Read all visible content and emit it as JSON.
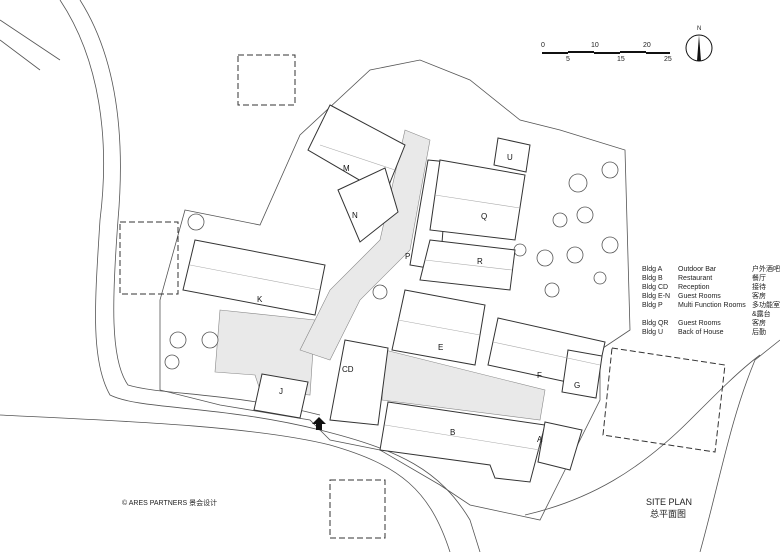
{
  "buildings": {
    "A": "A",
    "B": "B",
    "CD": "CD",
    "E": "E",
    "F": "F",
    "G": "G",
    "J": "J",
    "K": "K",
    "M": "M",
    "N": "N",
    "P": "P",
    "Q": "Q",
    "R": "R",
    "U": "U"
  },
  "legend": [
    {
      "bldg": "Bldg A",
      "use": "Outdoor Bar",
      "cn": "户外酒吧"
    },
    {
      "bldg": "Bldg B",
      "use": "Restaurant",
      "cn": "餐厅"
    },
    {
      "bldg": "Bldg CD",
      "use": "Reception",
      "cn": "接待"
    },
    {
      "bldg": "Bldg E-N",
      "use": "Guest Rooms",
      "cn": "客房"
    },
    {
      "bldg": "Bldg P",
      "use": "Multi Function Rooms",
      "cn": "多功能室"
    },
    {
      "bldg": "",
      "use": "",
      "cn": "&露台"
    },
    {
      "bldg": "Bldg QR",
      "use": "Guest Rooms",
      "cn": "客房"
    },
    {
      "bldg": "Bldg U",
      "use": "Back of House",
      "cn": "后勤"
    }
  ],
  "scale_bar": {
    "top": [
      "0",
      "10",
      "20"
    ],
    "bottom": [
      "5",
      "15",
      "25"
    ]
  },
  "north": "N",
  "title": {
    "en": "SITE PLAN",
    "cn": "总平面图"
  },
  "credit": "© ARES PARTNERS 景会设计"
}
